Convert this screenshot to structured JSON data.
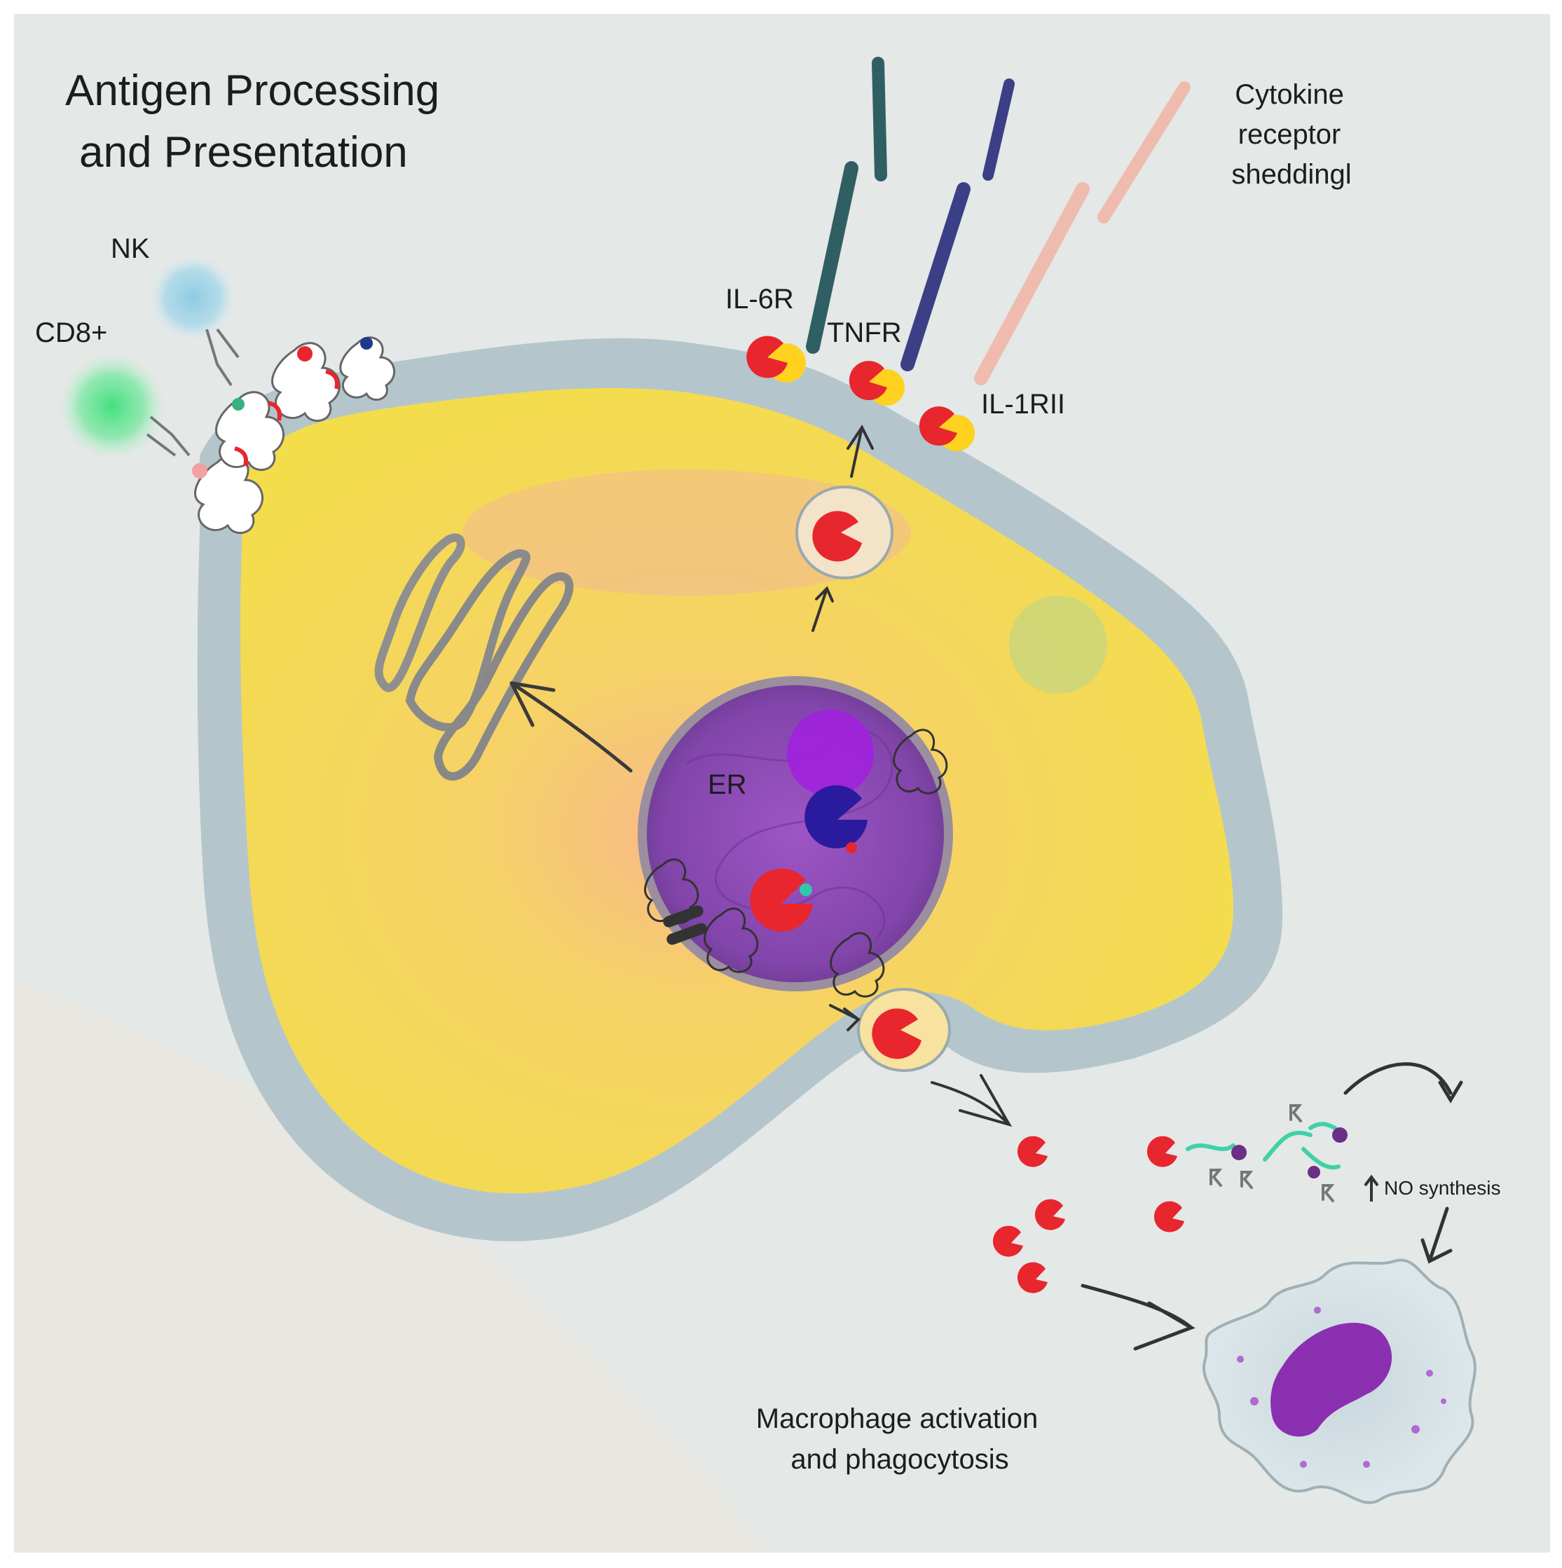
{
  "title": {
    "line1": "Antigen Processing",
    "line2": "and  Presentation"
  },
  "labels": {
    "nk": "NK",
    "cd8": "CD8+",
    "il6r": "IL-6R",
    "tnfr": "TNFR",
    "il1rii": "IL-1RII",
    "er": "ER",
    "no_synthesis": "NO synthesis"
  },
  "shedding": {
    "line1": "Cytokine",
    "line2": "receptor",
    "line3": "sheddingl"
  },
  "macrophage": {
    "line1": "Macrophage activation",
    "line2": "and phagocytosis"
  },
  "colors": {
    "cytoplasm": "#f5d94a",
    "membrane": "#aebfc6",
    "nucleus": "#8a43b0",
    "protein": "#e8262e",
    "il6r_fragment": "#2f5f63",
    "tnfr_fragment": "#3b3f85",
    "il1rii_fragment": "#f2b3a4",
    "cd8_cell": "#4fe08a",
    "nk_cell": "#9fd3e8"
  }
}
